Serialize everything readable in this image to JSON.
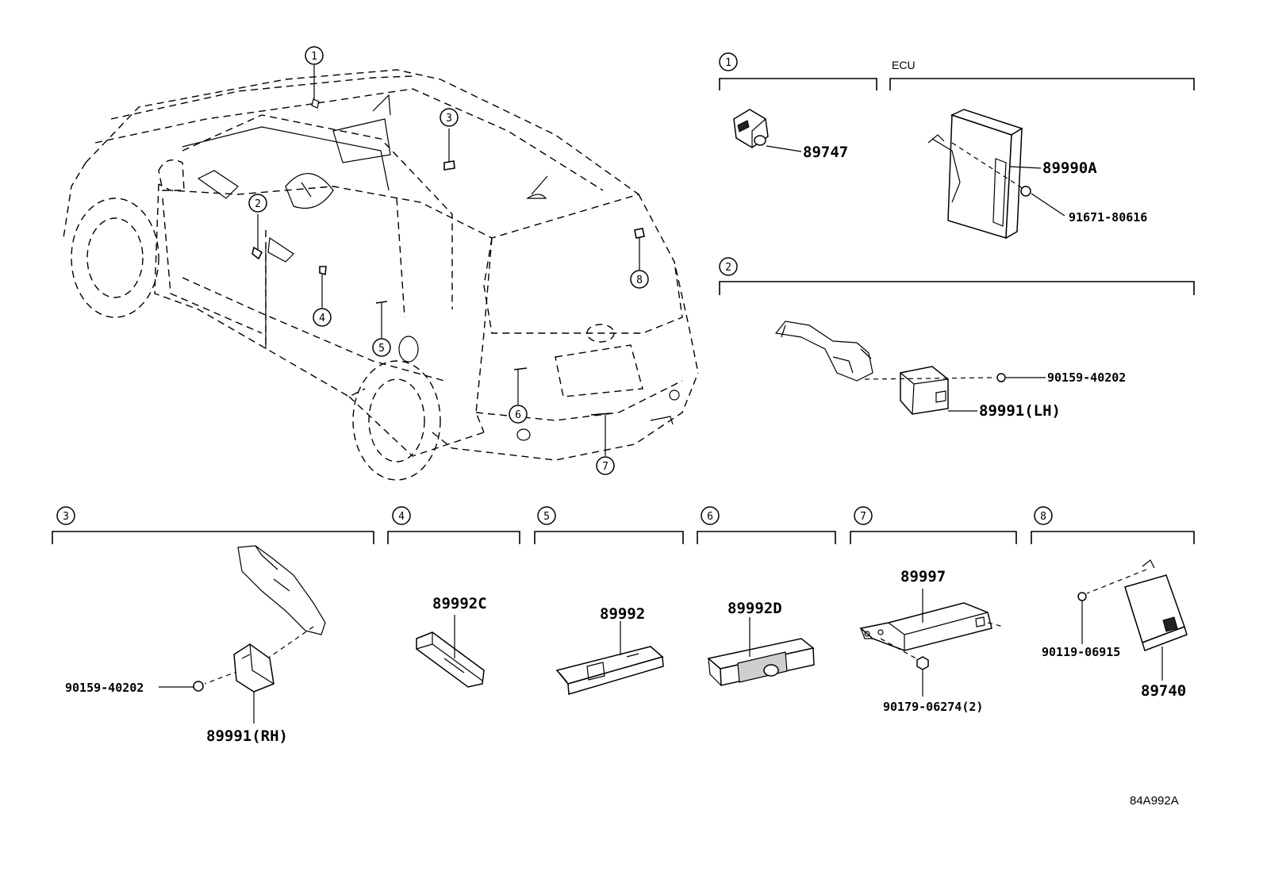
{
  "diagram": {
    "code": "84A992A",
    "ecu_label": "ECU",
    "callouts": [
      "1",
      "2",
      "3",
      "4",
      "5",
      "6",
      "7",
      "8"
    ],
    "parts": {
      "p89747": "89747",
      "p89990A": "89990A",
      "p91671": "91671-80616",
      "p90159_lh": "90159-40202",
      "p89991lh": "89991(LH)",
      "p90159_rh": "90159-40202",
      "p89991rh": "89991(RH)",
      "p89992C": "89992C",
      "p89992": "89992",
      "p89992D": "89992D",
      "p89997": "89997",
      "p90179": "90179-06274(2)",
      "p90119": "90119-06915",
      "p89740": "89740"
    }
  }
}
